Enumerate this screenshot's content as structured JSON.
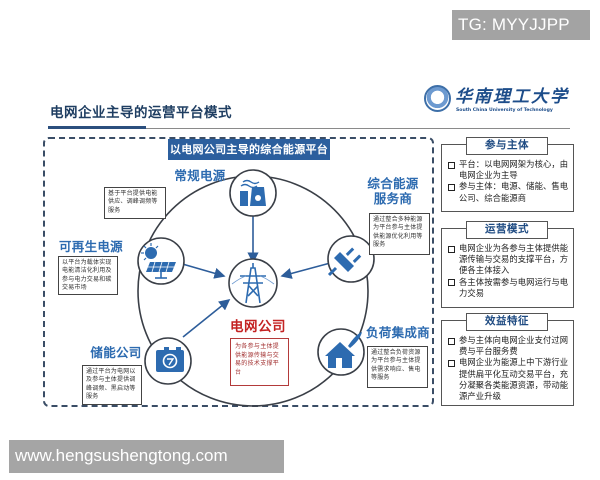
{
  "watermarks": {
    "top": "TG: MYYJJPP",
    "bottom": "www.hengsushengtong.com"
  },
  "header": {
    "title": "电网企业主导的运营平台模式",
    "logo": {
      "cn": "华南理工大学",
      "en": "South China University of Technology"
    }
  },
  "diagram": {
    "banner": "以电网公司主导的综合能源平台",
    "hub": {
      "label": "电网公司",
      "icon": "transmission-tower-icon",
      "description": "为各参与主体提供能源传输与交易的技术支撑平台"
    },
    "nodes": [
      {
        "id": "conventional-power",
        "label": "常规电源",
        "icon": "power-plant-icon",
        "description": "基于平台提供电能供应、调峰调频等服务"
      },
      {
        "id": "integrated-energy-provider",
        "label": "综合能源服务商",
        "label_lines": [
          "综合能源",
          "服务商"
        ],
        "icon": "plug-icon",
        "description": "通过整合多种能源为平台参与主体提供能源优化利用等服务"
      },
      {
        "id": "load-aggregator",
        "label": "负荷集成商",
        "icon": "smart-home-icon",
        "description": "通过整合负荷资源为平台参与主体提供需求响应、售电等服务"
      },
      {
        "id": "energy-storage",
        "label": "储能公司",
        "icon": "battery-icon",
        "description": "通过平台为电网以及参与主体提供调峰调频、黑启动等服务"
      },
      {
        "id": "renewable-power",
        "label": "可再生电源",
        "icon": "solar-panel-icon",
        "description": "以平台为载体实现电能清洁化利用及参与电力交易和碳交易市场"
      }
    ],
    "colors": {
      "accent_blue": "#2d6bb0",
      "banner_blue": "#2c5f9e",
      "hub_red": "#c42323",
      "ring": "#3a3f47"
    }
  },
  "sidebar": {
    "sections": [
      {
        "title": "参与主体",
        "items": [
          "平台：以电网网架为核心，由电网企业为主导",
          "参与主体：电源、储能、售电公司、综合能源商"
        ]
      },
      {
        "title": "运营模式",
        "items": [
          "电网企业为各参与主体提供能源传输与交易的支撑平台，方便各主体接入",
          "各主体按需参与电网运行与电力交易"
        ]
      },
      {
        "title": "效益特征",
        "items": [
          "参与主体向电网企业支付过网费与平台服务费",
          "电网企业为能源上中下游行业提供扁平化互动交易平台，充分凝聚各类能源资源，带动能源产业升级"
        ]
      }
    ]
  }
}
